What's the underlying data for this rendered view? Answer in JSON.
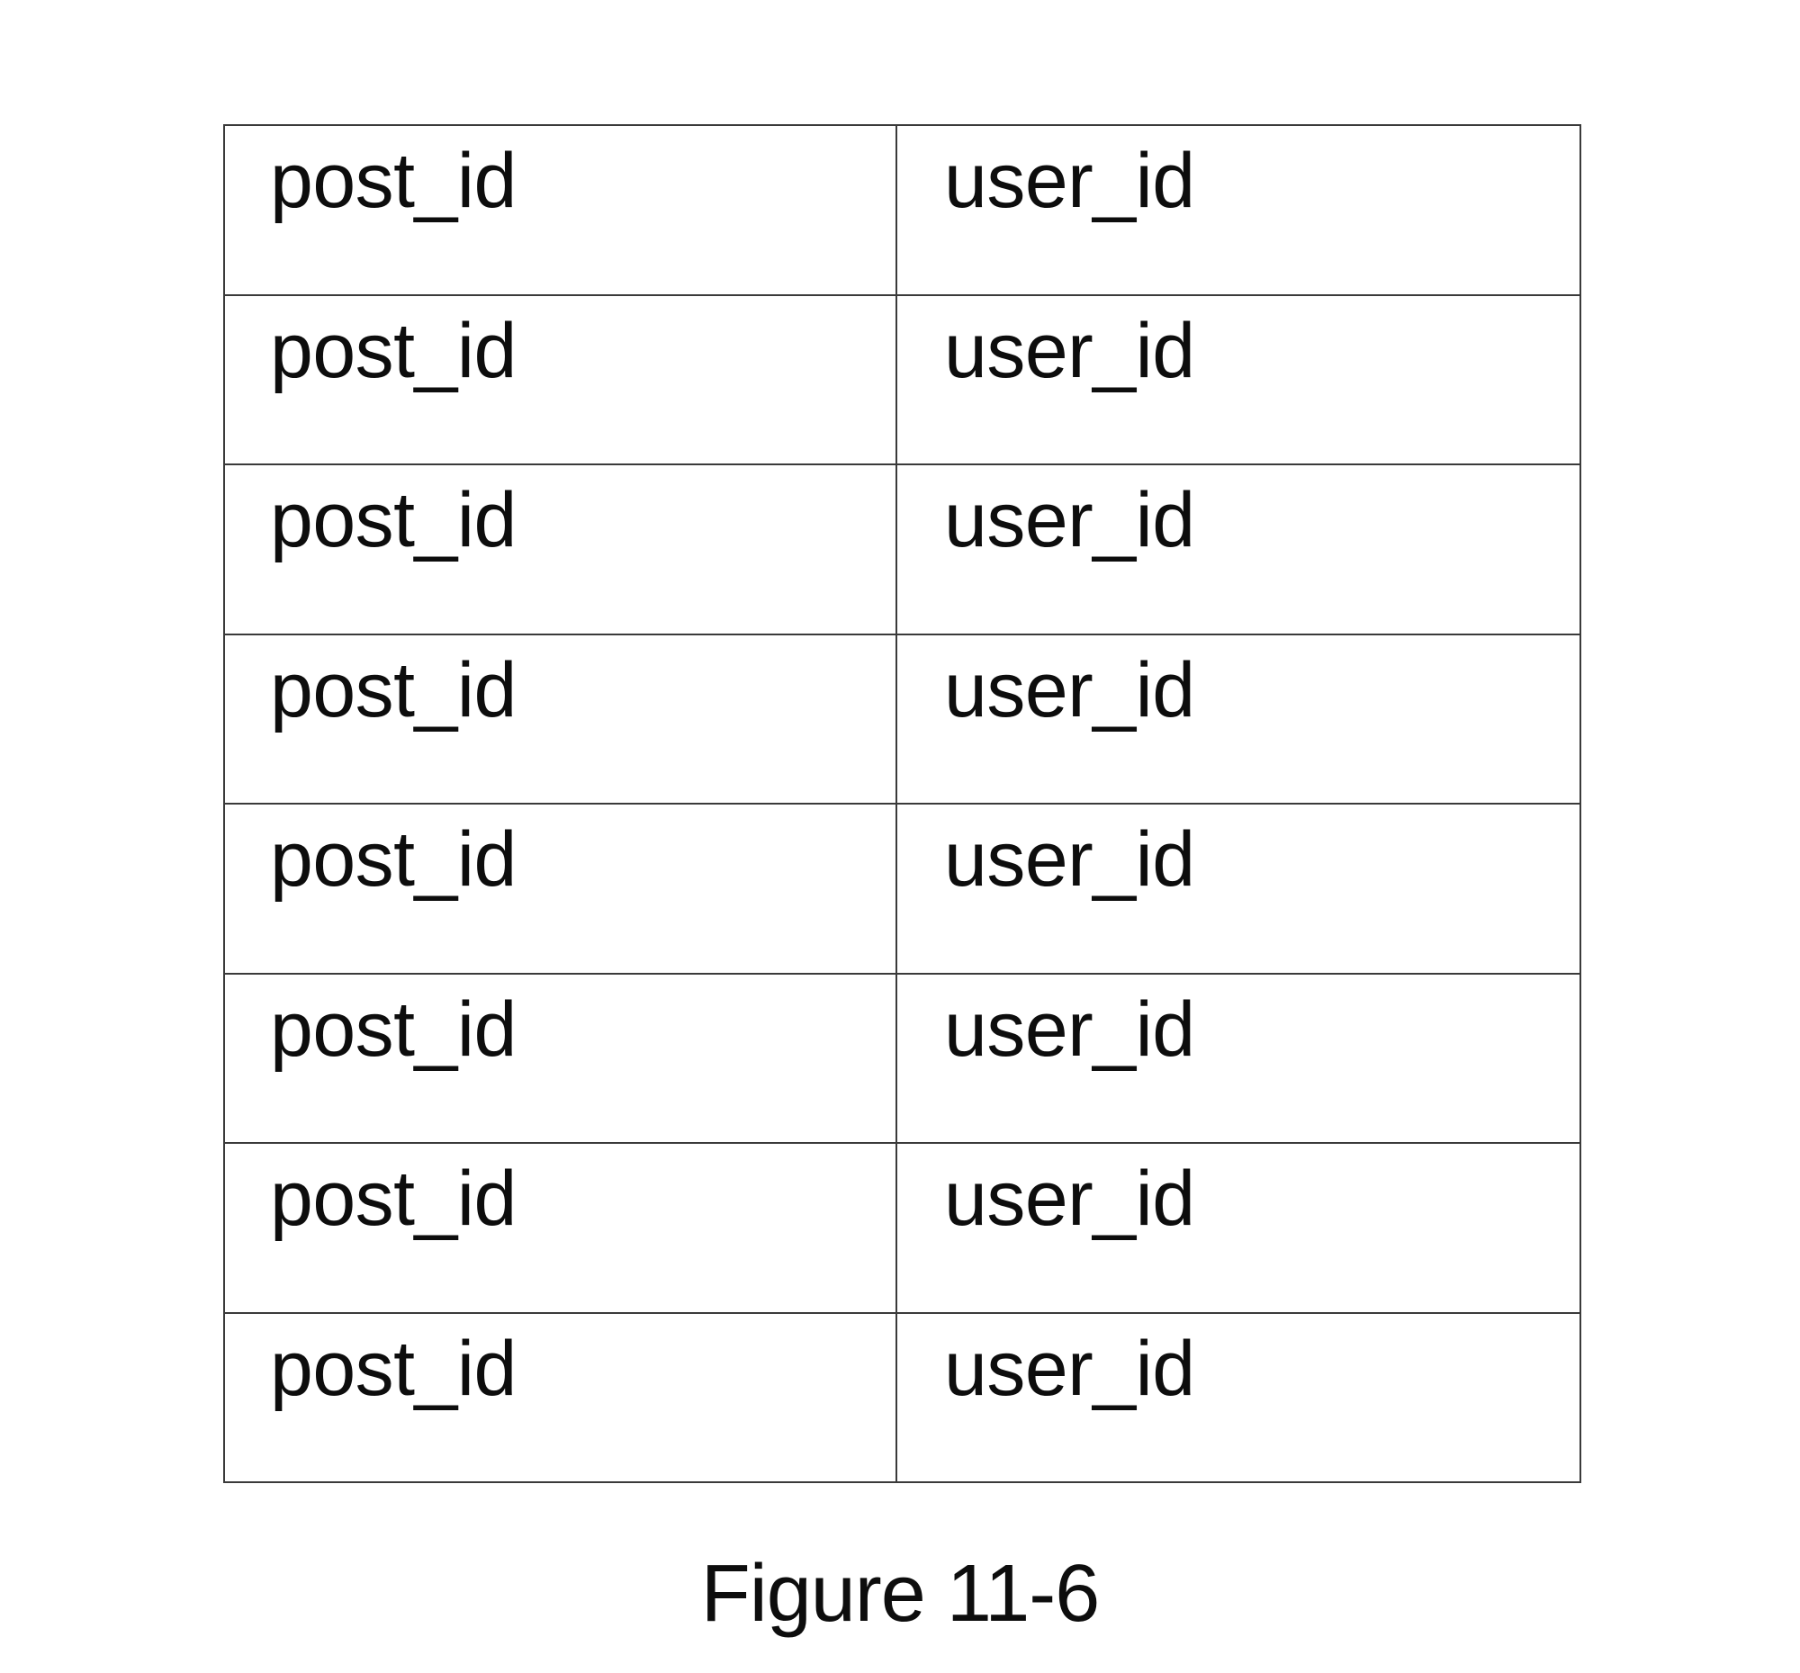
{
  "figure": {
    "caption": "Figure 11-6",
    "background_color": "#ffffff",
    "text_color": "#0d0d0d",
    "border_color": "#3a3a3a"
  },
  "table": {
    "name": "post-user-mapping-table",
    "row_count": 8,
    "column_count": 2,
    "columns": [
      {
        "key": "post_id",
        "label": "post_id"
      },
      {
        "key": "user_id",
        "label": "user_id"
      }
    ],
    "rows": [
      {
        "post_id": "post_id",
        "user_id": "user_id"
      },
      {
        "post_id": "post_id",
        "user_id": "user_id"
      },
      {
        "post_id": "post_id",
        "user_id": "user_id"
      },
      {
        "post_id": "post_id",
        "user_id": "user_id"
      },
      {
        "post_id": "post_id",
        "user_id": "user_id"
      },
      {
        "post_id": "post_id",
        "user_id": "user_id"
      },
      {
        "post_id": "post_id",
        "user_id": "user_id"
      },
      {
        "post_id": "post_id",
        "user_id": "user_id"
      }
    ]
  }
}
